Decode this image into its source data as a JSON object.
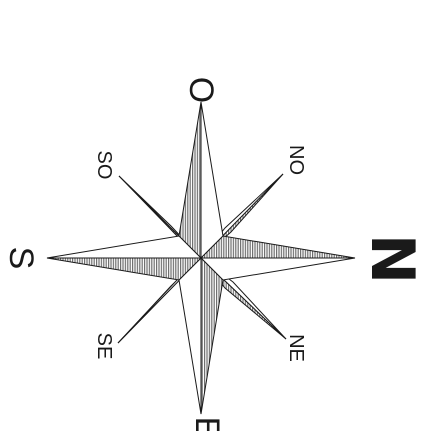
{
  "compass": {
    "labels": {
      "north": "N",
      "south": "S",
      "east": "E",
      "west": "O",
      "northeast": "NE",
      "northwest": "NO",
      "southeast": "SE",
      "southwest": "SO"
    },
    "colors": {
      "ink": "#1a1a1a",
      "hatch": "#7a7a7a",
      "background": "#ffffff"
    },
    "orientation": "rotated 90 degrees clockwise"
  }
}
